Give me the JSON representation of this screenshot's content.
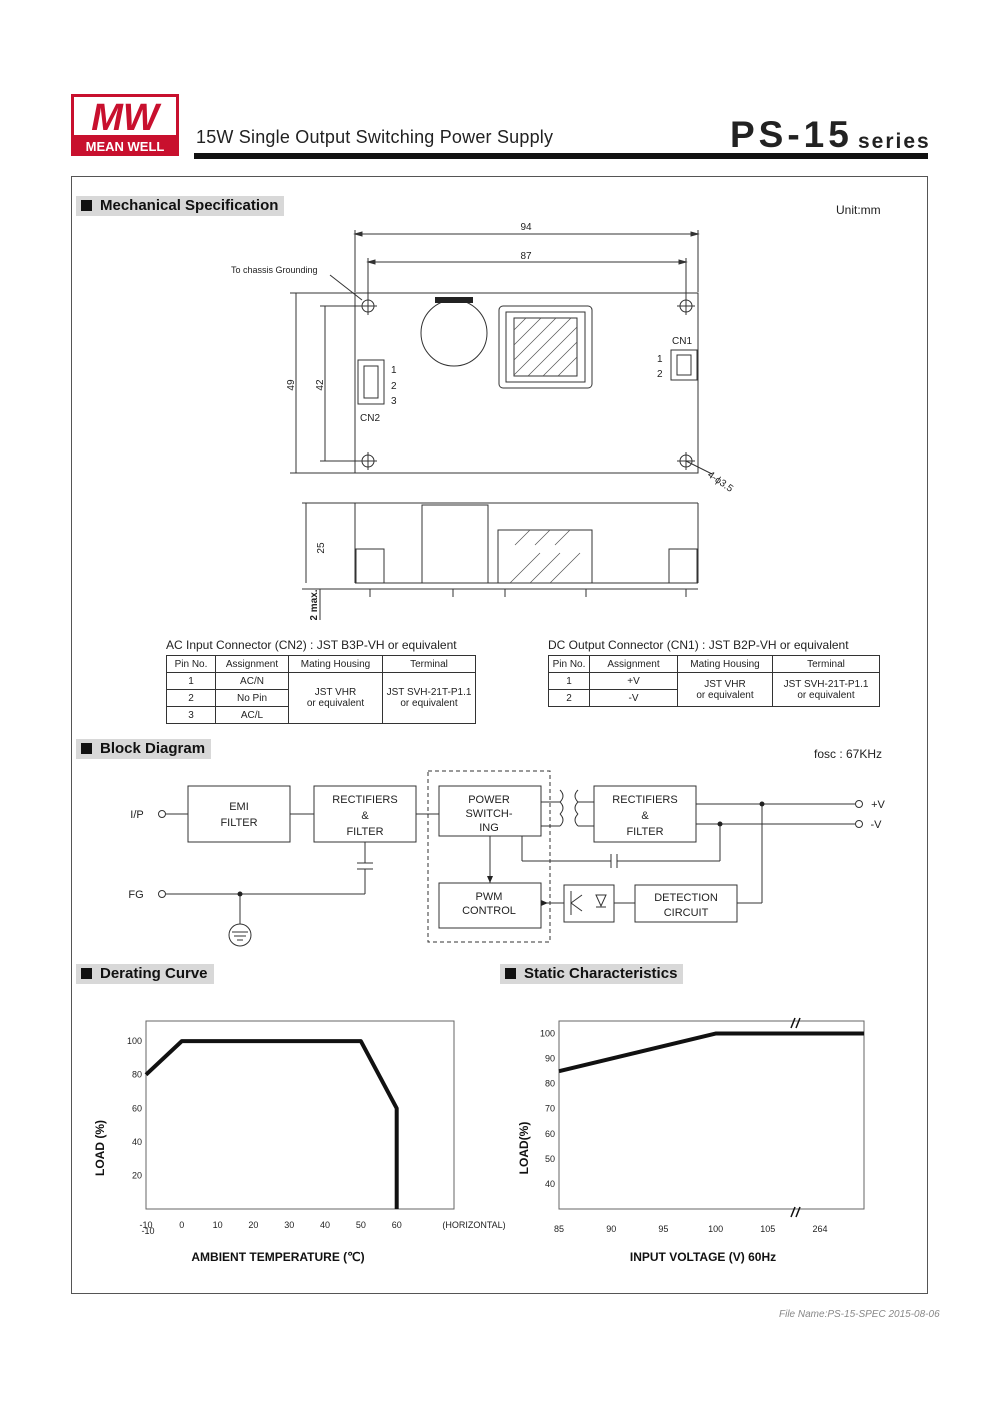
{
  "header": {
    "logo_top": "MW",
    "logo_bottom": "MEAN WELL",
    "subtitle": "15W Single Output Switching Power Supply",
    "model": "PS-15",
    "series": "series",
    "brand_color": "#c8102e"
  },
  "mechanical": {
    "title": "Mechanical Specification",
    "unit": "Unit:mm",
    "dim_94": "94",
    "dim_87": "87",
    "dim_49": "49",
    "dim_42": "42",
    "dim_25": "25",
    "dim_2max": "2 max.",
    "chassis_label": "To chassis Grounding",
    "hole_label": "4-ϕ3.5",
    "cn1_label": "CN1",
    "cn2_label": "CN2",
    "cn1_pins": [
      "1",
      "2"
    ],
    "cn2_pins": [
      "1",
      "2",
      "3"
    ]
  },
  "ac_table": {
    "caption": "AC Input Connector (CN2) : JST B3P-VH  or equivalent",
    "headers": [
      "Pin No.",
      "Assignment",
      "Mating Housing",
      "Terminal"
    ],
    "rows": [
      {
        "pin": "1",
        "assignment": "AC/N"
      },
      {
        "pin": "2",
        "assignment": "No Pin"
      },
      {
        "pin": "3",
        "assignment": "AC/L"
      }
    ],
    "housing_line1": "JST VHR",
    "housing_line2": "or equivalent",
    "terminal_line1": "JST SVH-21T-P1.1",
    "terminal_line2": "or equivalent"
  },
  "dc_table": {
    "caption": "DC Output Connector (CN1) : JST B2P-VH  or equivalent",
    "headers": [
      "Pin No.",
      "Assignment",
      "Mating Housing",
      "Terminal"
    ],
    "rows": [
      {
        "pin": "1",
        "assignment": "+V"
      },
      {
        "pin": "2",
        "assignment": "-V"
      }
    ],
    "housing_line1": "JST VHR",
    "housing_line2": "or equivalent",
    "terminal_line1": "JST SVH-21T-P1.1",
    "terminal_line2": "or equivalent"
  },
  "block": {
    "title": "Block Diagram",
    "fosc": "fosc : 67KHz",
    "ip": "I/P",
    "fg": "FG",
    "emi_1": "EMI",
    "emi_2": "FILTER",
    "rect1_1": "RECTIFIERS",
    "rect1_2": "&",
    "rect1_3": "FILTER",
    "power_1": "POWER",
    "power_2": "SWITCH-",
    "power_3": "ING",
    "rect2_1": "RECTIFIERS",
    "rect2_2": "&",
    "rect2_3": "FILTER",
    "pwm_1": "PWM",
    "pwm_2": "CONTROL",
    "det_1": "DETECTION",
    "det_2": "CIRCUIT",
    "out_pos": "+V",
    "out_neg": "-V"
  },
  "derating": {
    "title": "Derating Curve",
    "chart_data": {
      "type": "line",
      "xlabel": "AMBIENT TEMPERATURE (℃)",
      "ylabel": "LOAD (%)",
      "x_ticks": [
        "-10",
        "0",
        "10",
        "20",
        "30",
        "40",
        "50",
        "60"
      ],
      "x_tick_extra": "-10",
      "x_note": "(HORIZONTAL)",
      "y_ticks": [
        "20",
        "40",
        "60",
        "80",
        "100"
      ],
      "xlim": [
        -10,
        76
      ],
      "ylim": [
        0,
        112
      ],
      "series": [
        {
          "x": [
            -10,
            0,
            50,
            60,
            60
          ],
          "y": [
            80,
            100,
            100,
            60,
            0
          ]
        }
      ]
    }
  },
  "static": {
    "title": "Static Characteristics",
    "chart_data": {
      "type": "line",
      "xlabel": "INPUT VOLTAGE (V) 60Hz",
      "ylabel": "LOAD(%)",
      "x_ticks": [
        "85",
        "90",
        "95",
        "100",
        "105",
        "264"
      ],
      "y_ticks": [
        "40",
        "50",
        "60",
        "70",
        "80",
        "90",
        "100"
      ],
      "ylim": [
        30,
        105
      ],
      "series": [
        {
          "x": [
            "85",
            "100",
            "264"
          ],
          "y": [
            85,
            100,
            100
          ]
        }
      ]
    }
  },
  "footer": {
    "file": "File Name:PS-15-SPEC   2015-08-06"
  }
}
